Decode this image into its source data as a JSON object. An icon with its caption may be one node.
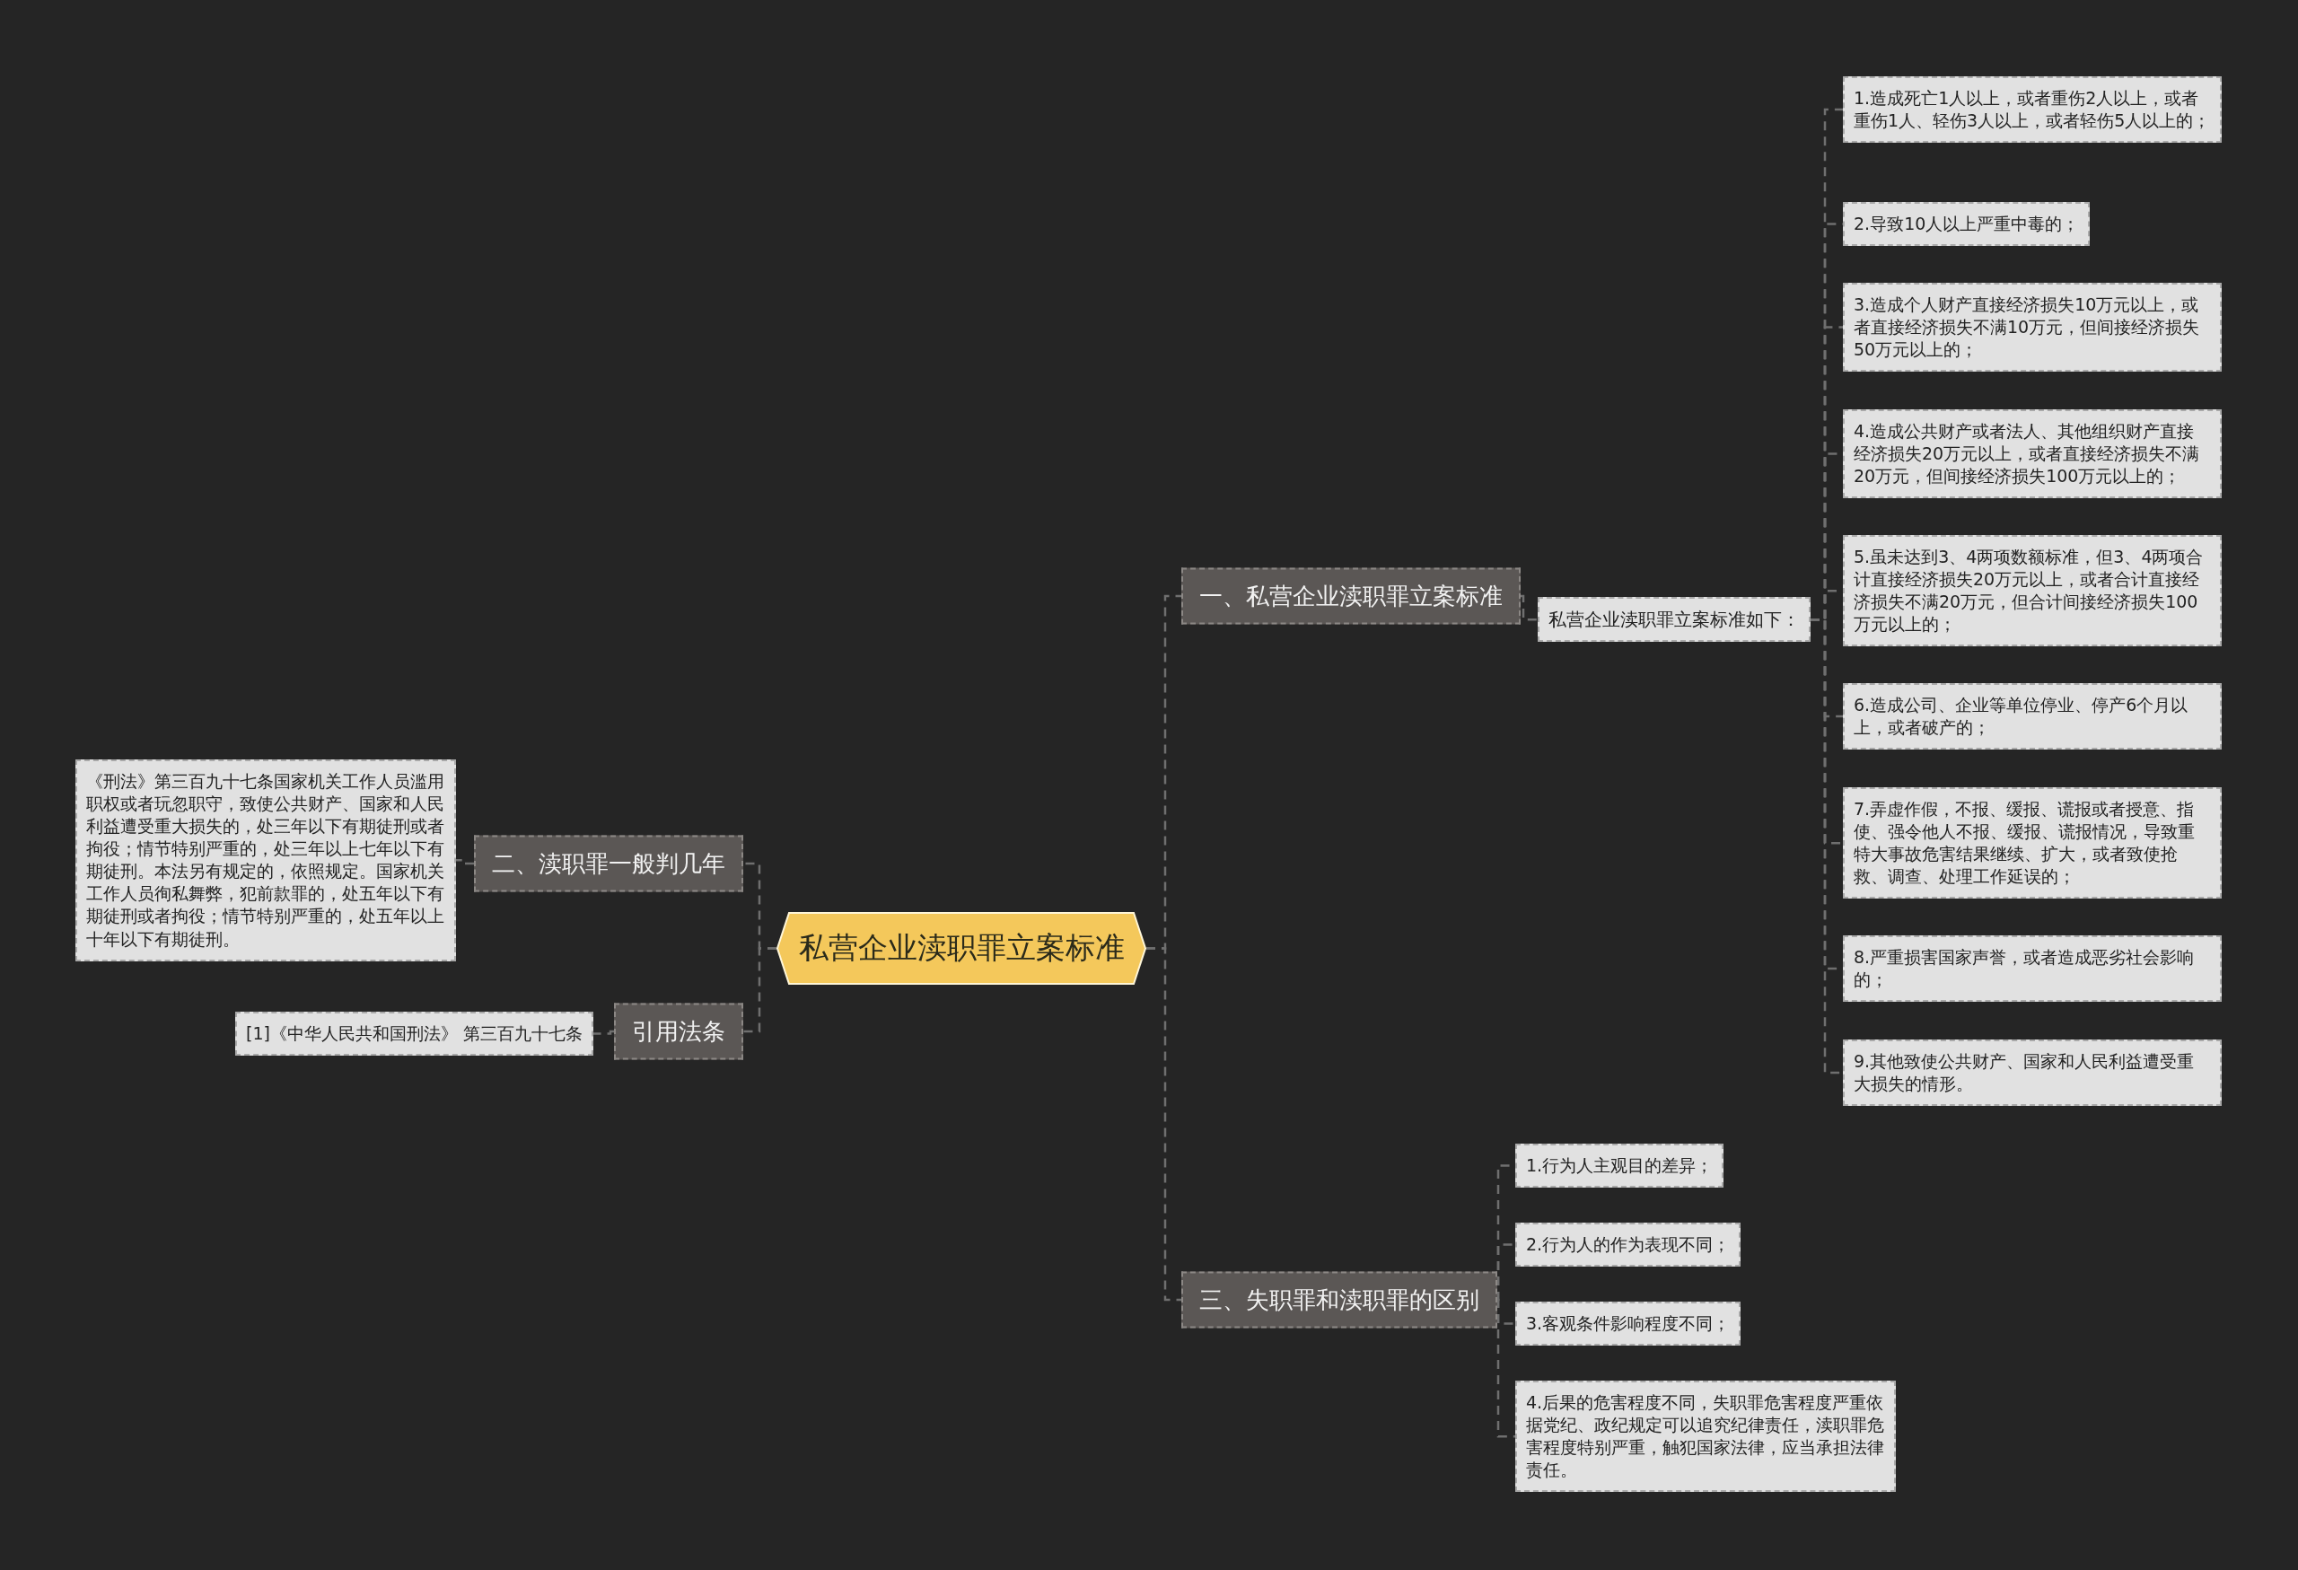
{
  "diagram": {
    "nodes": [
      {
        "text": [
          "私营企业渎职罪立案标准"
        ]
      },
      {
        "text": [
          "一、私营企业渎职罪立案标准"
        ]
      },
      {
        "text": [
          "私营企业渎职罪立案标准如下："
        ]
      },
      {
        "text": [
          "1.造成死亡1人以上，或者重伤2人以上，或者重伤1人、轻伤3人以上，或者轻伤5人以上的；"
        ]
      },
      {
        "text": [
          "2.导致10人以上严重中毒的；"
        ]
      },
      {
        "text": [
          "3.造成个人财产直接经济损失10万元以上，或者直接经济损失不满10万元，但间接经济损失50万元以上的；"
        ]
      },
      {
        "text": [
          "4.造成公共财产或者法人、其他组织财产直接经济损失20万元以上，或者直接经济损失不满20万元，但间接经济损失100万元以上的；"
        ]
      },
      {
        "text": [
          "5.虽未达到3、4两项数额标准，但3、4两项合计直接经济损失20万元以上，或者合计直接经济损失不满20万元，但合计间接经济损失100万元以上的；"
        ]
      },
      {
        "text": [
          "6.造成公司、企业等单位停业、停产6个月以上，或者破产的；"
        ]
      },
      {
        "text": [
          "7.弄虚作假，不报、缓报、谎报或者授意、指使、强令他人不报、缓报、谎报情况，导致重特大事故危害结果继续、扩大，或者致使抢救、调查、处理工作延误的；"
        ]
      },
      {
        "text": [
          "8.严重损害国家声誉，或者造成恶劣社会影响的；"
        ]
      },
      {
        "text": [
          "9.其他致使公共财产、国家和人民利益遭受重大损失的情形。"
        ]
      },
      {
        "text": [
          "三、失职罪和渎职罪的区别"
        ]
      },
      {
        "text": [
          "1.行为人主观目的差异；"
        ]
      },
      {
        "text": [
          "2.行为人的作为表现不同；"
        ]
      },
      {
        "text": [
          "3.客观条件影响程度不同；"
        ]
      },
      {
        "text": [
          "4.后果的危害程度不同，失职罪危害程度严重依据党纪、政纪规定可以追究纪律责任，渎职罪危害程度特别严重，触犯国家法律，应当承担法律责任。"
        ]
      },
      {
        "text": [
          "二、渎职罪一般判几年"
        ]
      },
      {
        "text": [
          "《刑法》第三百九十七条国家机关工作人员滥用职权或者玩忽职守，致使公共财产、国家和人民利益遭受重大损失的，处三年以下有期徒刑或者拘役；情节特别严重的，处三年以上七年以下有期徒刑。本法另有规定的，依照规定。国家机关工作人员徇私舞弊，犯前款罪的，处五年以下有期徒刑或者拘役；情节特别严重的，处五年以上十年以下有期徒刑。"
        ]
      },
      {
        "text": [
          "引用法条"
        ]
      },
      {
        "text": [
          "[1]《中华人民共和国刑法》 第三百九十七条"
        ]
      }
    ],
    "edges": [
      {
        "from": 0,
        "to": 1,
        "arrow": "none"
      },
      {
        "from": 1,
        "to": 2,
        "arrow": "none"
      },
      {
        "from": 2,
        "to": 3,
        "arrow": "none"
      },
      {
        "from": 2,
        "to": 4,
        "arrow": "none"
      },
      {
        "from": 2,
        "to": 5,
        "arrow": "none"
      },
      {
        "from": 2,
        "to": 6,
        "arrow": "none"
      },
      {
        "from": 2,
        "to": 7,
        "arrow": "none"
      },
      {
        "from": 2,
        "to": 8,
        "arrow": "none"
      },
      {
        "from": 2,
        "to": 9,
        "arrow": "none"
      },
      {
        "from": 2,
        "to": 10,
        "arrow": "none"
      },
      {
        "from": 2,
        "to": 11,
        "arrow": "none"
      },
      {
        "from": 0,
        "to": 12,
        "arrow": "none"
      },
      {
        "from": 12,
        "to": 13,
        "arrow": "none"
      },
      {
        "from": 12,
        "to": 14,
        "arrow": "none"
      },
      {
        "from": 12,
        "to": 15,
        "arrow": "none"
      },
      {
        "from": 12,
        "to": 16,
        "arrow": "none"
      },
      {
        "from": 0,
        "to": 17,
        "arrow": "none"
      },
      {
        "from": 17,
        "to": 18,
        "arrow": "none"
      },
      {
        "from": 0,
        "to": 19,
        "arrow": "none"
      },
      {
        "from": 19,
        "to": 20,
        "arrow": "none"
      }
    ]
  }
}
